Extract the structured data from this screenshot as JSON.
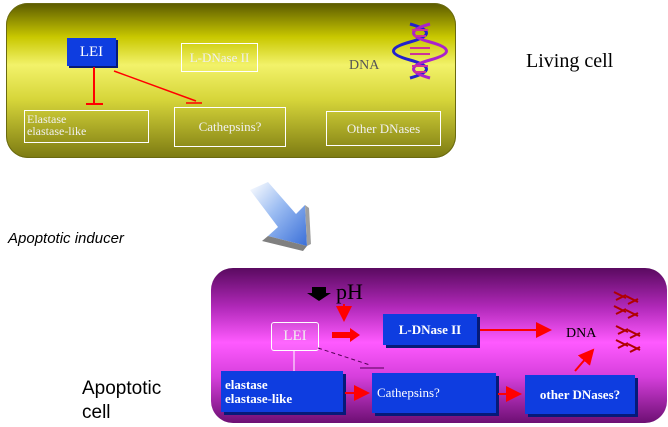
{
  "living": {
    "lei": "LEI",
    "ldnase": "L-DNase II",
    "dna": "DNA",
    "elastase_1": "Elastase",
    "elastase_2": "elastase-like",
    "cathepsins": "Cathepsins?",
    "other_dnases": "Other DNases",
    "label": "Living cell"
  },
  "inducer": "Apoptotic inducer",
  "apoptotic": {
    "ph": "pH",
    "lei": "LEI",
    "ldnase": "L-DNase II",
    "dna": "DNA",
    "elastase_1": "elastase",
    "elastase_2": "elastase-like",
    "cathepsins": "Cathepsins?",
    "other_dnases": "other DNases?",
    "label_1": "Apoptotic",
    "label_2": "cell"
  },
  "colors": {
    "living_panel": "#d6d640",
    "apoptotic_panel": "#e040e8",
    "blue_box": "#0e3de0",
    "arrow_red": "#ff0000"
  }
}
